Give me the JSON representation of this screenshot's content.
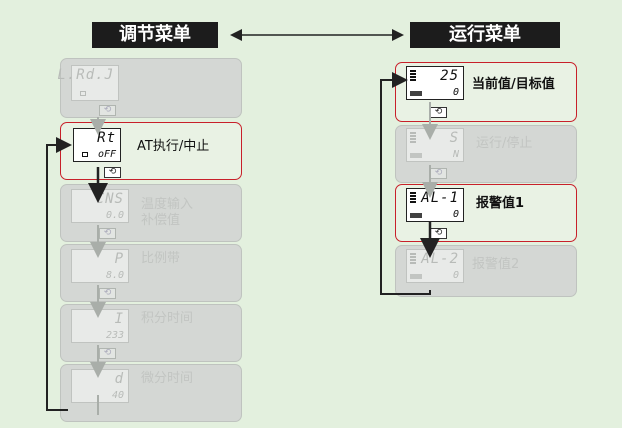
{
  "headers": {
    "adjust": "调节菜单",
    "run": "运行菜单"
  },
  "adjust_menu": [
    {
      "code": "L.Rd.J",
      "sub": "",
      "label": "",
      "active": false
    },
    {
      "code": "Rt",
      "sub": "oFF",
      "label": "AT执行/中止",
      "active": true
    },
    {
      "code": "CNS",
      "sub": "0.0",
      "label": "温度输入",
      "label2": "补偿值",
      "active": false
    },
    {
      "code": "P",
      "sub": "8.0",
      "label": "比例带",
      "active": false
    },
    {
      "code": "I",
      "sub": "233",
      "label": "积分时间",
      "active": false
    },
    {
      "code": "d",
      "sub": "40",
      "label": "微分时间",
      "active": false
    }
  ],
  "run_menu": [
    {
      "code": "25",
      "sub": "0",
      "label": "当前值/目标值",
      "active": true
    },
    {
      "code": "S",
      "sub": "N",
      "label": "运行/停止",
      "active": false
    },
    {
      "code": "AL-1",
      "sub": "0",
      "label": "报警值1",
      "active": true
    },
    {
      "code": "AL-2",
      "sub": "0",
      "label": "报警值2",
      "active": false
    }
  ],
  "icons": {
    "key": "cycle-key-icon"
  },
  "colors": {
    "active_border": "#c8202a",
    "header_bg": "#1c1c1c",
    "bg": "#e3f0de"
  }
}
